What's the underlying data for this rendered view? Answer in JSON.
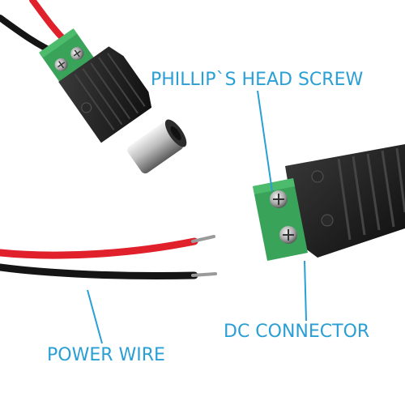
{
  "labels": {
    "screw": "PHILLIP`S HEAD SCREW",
    "dc_connector": "DC CONNECTOR",
    "power_wire": "POWER WIRE"
  },
  "colors": {
    "label_text": "#2a9fd6",
    "leader_line": "#2a9fd6",
    "terminal_green": "#3aa35a",
    "connector_black": "#1c1c1c",
    "wire_red": "#e0202a",
    "wire_black": "#151515",
    "copper": "#9a9a9a"
  },
  "icons": {
    "top_plug": "male-dc-plug-icon",
    "right_connector": "dc-connector-terminal-icon",
    "wires": "power-wire-pair-icon"
  }
}
